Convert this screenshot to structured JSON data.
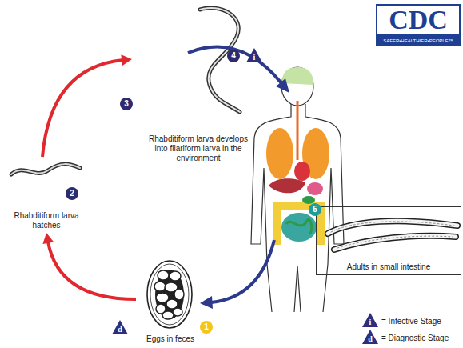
{
  "diagram": {
    "nodes": [
      {
        "text": [
          "Eggs in feces"
        ]
      },
      {
        "text": [
          "Rhabditiform larva hatches"
        ]
      },
      {
        "text": [
          "Rhabditiform larva develops into filariform larva in the environment"
        ]
      },
      {
        "text": [
          "Adults in small intestine"
        ]
      }
    ],
    "edges": [
      {
        "from": 0,
        "to": 1,
        "arrow": "to"
      },
      {
        "from": 1,
        "to": 2,
        "arrow": "to"
      }
    ],
    "labels": [
      "1",
      "2",
      "3",
      "4",
      "5",
      "i",
      "d",
      "i",
      "d",
      "CDC",
      "SAFER•HEALTHIER•PEOPLE™"
    ],
    "legend": [
      {
        "text": "= Infective Stage"
      },
      {
        "text": "= Diagnostic Stage"
      }
    ]
  }
}
